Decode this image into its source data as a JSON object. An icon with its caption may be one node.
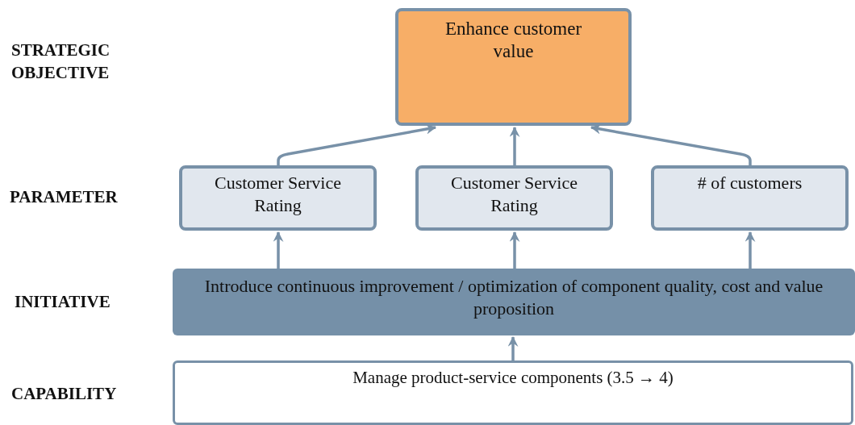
{
  "diagram": {
    "nodes": [
      {
        "text": [
          "Enhance customer value"
        ]
      },
      {
        "text": [
          "Customer Service Rating"
        ]
      },
      {
        "text": [
          "Customer Service Rating"
        ]
      },
      {
        "text": [
          "# of customers"
        ]
      },
      {
        "text": [
          "Introduce continuous improvement / optimization of component quality, cost and value proposition"
        ]
      },
      {
        "text": [
          "Manage product-service components (3.5 → 4)"
        ]
      }
    ],
    "edges": [
      {
        "from": 1,
        "to": 0,
        "arrow": "to"
      },
      {
        "from": 2,
        "to": 0,
        "arrow": "to"
      },
      {
        "from": 3,
        "to": 0,
        "arrow": "to"
      },
      {
        "from": 4,
        "to": 1,
        "arrow": "to"
      },
      {
        "from": 4,
        "to": 2,
        "arrow": "to"
      },
      {
        "from": 4,
        "to": 3,
        "arrow": "to"
      },
      {
        "from": 5,
        "to": 4,
        "arrow": "to"
      }
    ],
    "labels": [
      "STRATEGIC OBJECTIVE",
      "PARAMETER",
      "INITIATIVE",
      "CAPABILITY"
    ]
  }
}
